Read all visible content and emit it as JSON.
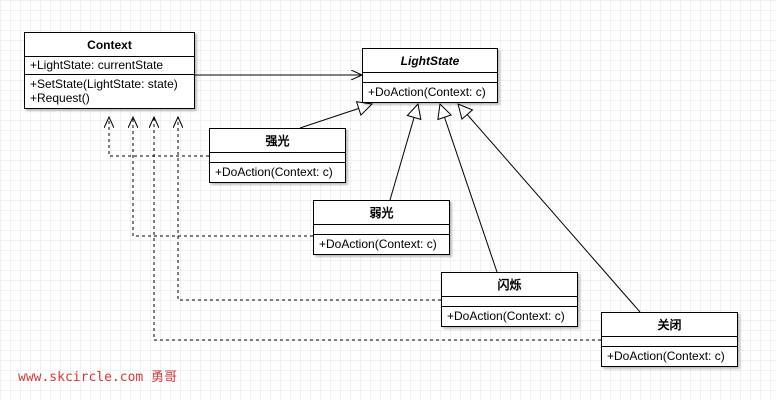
{
  "classes": {
    "context": {
      "name": "Context",
      "attributes": [
        "+LightState: currentState"
      ],
      "operations": [
        "+SetState(LightState: state)",
        "+Request()"
      ]
    },
    "light_state": {
      "name": "LightState",
      "abstract": true,
      "attributes": [],
      "operations": [
        "+DoAction(Context: c)"
      ]
    },
    "strong": {
      "name": "强光",
      "attributes": [],
      "operations": [
        "+DoAction(Context: c)"
      ]
    },
    "weak": {
      "name": "弱光",
      "attributes": [],
      "operations": [
        "+DoAction(Context: c)"
      ]
    },
    "flash": {
      "name": "闪烁",
      "attributes": [],
      "operations": [
        "+DoAction(Context: c)"
      ]
    },
    "off": {
      "name": "关闭",
      "attributes": [],
      "operations": [
        "+DoAction(Context: c)"
      ]
    }
  },
  "relationships": [
    {
      "type": "association",
      "from": "context",
      "to": "light_state"
    },
    {
      "type": "generalization",
      "from": "strong",
      "to": "light_state"
    },
    {
      "type": "generalization",
      "from": "weak",
      "to": "light_state"
    },
    {
      "type": "generalization",
      "from": "flash",
      "to": "light_state"
    },
    {
      "type": "generalization",
      "from": "off",
      "to": "light_state"
    },
    {
      "type": "dependency",
      "from": "strong",
      "to": "context"
    },
    {
      "type": "dependency",
      "from": "weak",
      "to": "context"
    },
    {
      "type": "dependency",
      "from": "flash",
      "to": "context"
    },
    {
      "type": "dependency",
      "from": "off",
      "to": "context"
    }
  ],
  "watermark": "www.skcircle.com 勇哥",
  "colors": {
    "line": "#000000",
    "watermark": "#d23a3a",
    "grid": "#f0f0f0"
  }
}
